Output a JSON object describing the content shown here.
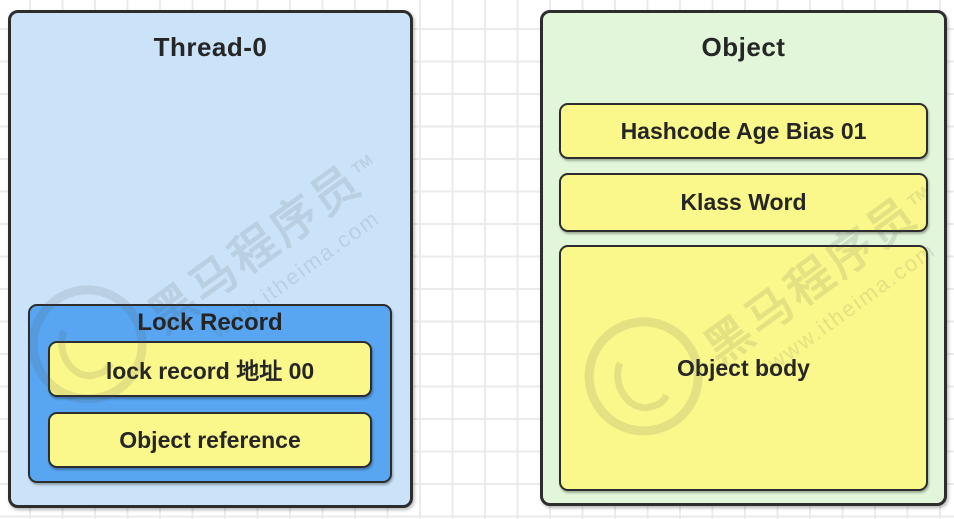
{
  "thread_box": {
    "title": "Thread-0",
    "fill_color": "#cbe3f8",
    "lock_record": {
      "title": "Lock Record",
      "fill_color": "#58a6f1",
      "cells": [
        "lock record 地址 00",
        "Object reference"
      ]
    }
  },
  "object_box": {
    "title": "Object",
    "fill_color": "#e2f6da",
    "cells": [
      "Hashcode Age Bias 01",
      "Klass Word",
      "Object body"
    ]
  },
  "cell_fill_color": "#faf88a",
  "border_color": "#2d2d2d",
  "grid_color": "#ebebeb",
  "watermark": {
    "brand": "黑马程序员",
    "tm": "TM",
    "url": "www.itheima.com"
  }
}
